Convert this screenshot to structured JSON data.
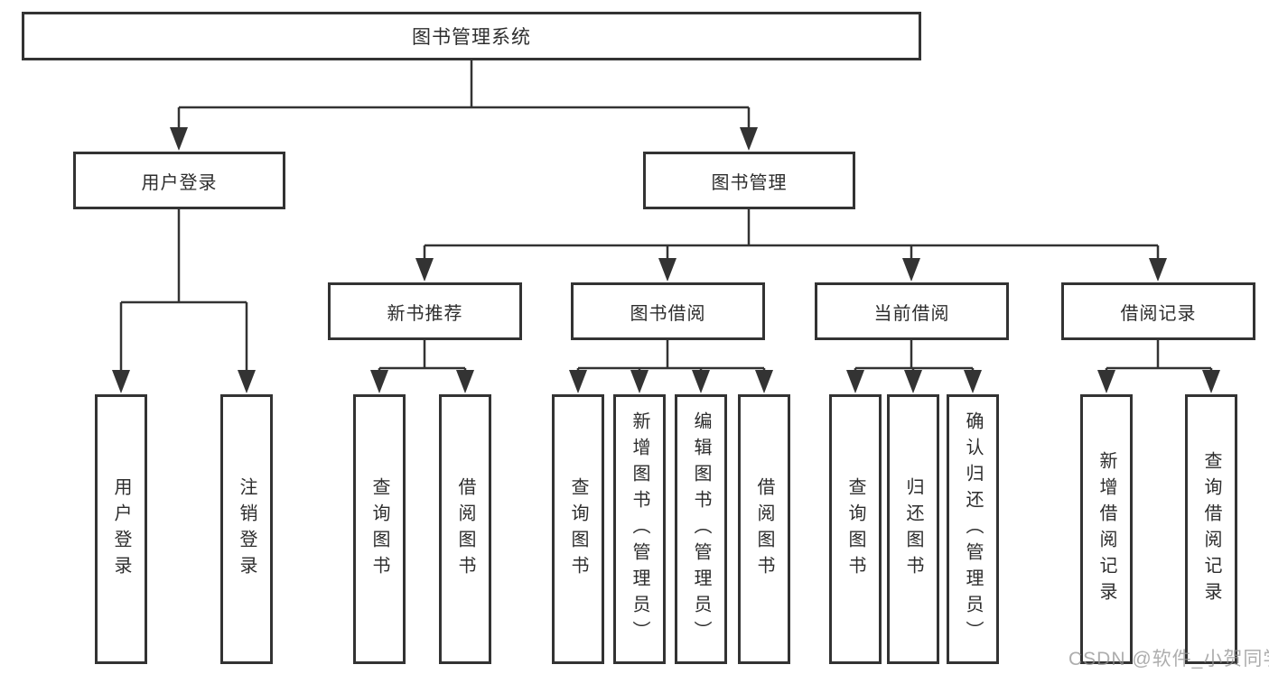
{
  "colors": {
    "line": "#333333",
    "border": "#333333",
    "text": "#2d2d2d",
    "watermark": "#b9b9b9",
    "background": "#ffffff"
  },
  "watermark": {
    "text": "CSDN @软件_小贺同学"
  },
  "tree": {
    "label": "图书管理系统",
    "children": [
      {
        "label": "用户登录",
        "children": [
          {
            "label": "用户登录"
          },
          {
            "label": "注销登录"
          }
        ]
      },
      {
        "label": "图书管理",
        "children": [
          {
            "label": "新书推荐",
            "children": [
              {
                "label": "查询图书"
              },
              {
                "label": "借阅图书"
              }
            ]
          },
          {
            "label": "图书借阅",
            "children": [
              {
                "label": "查询图书"
              },
              {
                "label": "新增图书（管理员）"
              },
              {
                "label": "编辑图书（管理员）"
              },
              {
                "label": "借阅图书"
              }
            ]
          },
          {
            "label": "当前借阅",
            "children": [
              {
                "label": "查询图书"
              },
              {
                "label": "归还图书"
              },
              {
                "label": "确认归还（管理员）"
              }
            ]
          },
          {
            "label": "借阅记录",
            "children": [
              {
                "label": "新增借阅记录"
              },
              {
                "label": "查询借阅记录"
              }
            ]
          }
        ]
      }
    ]
  }
}
